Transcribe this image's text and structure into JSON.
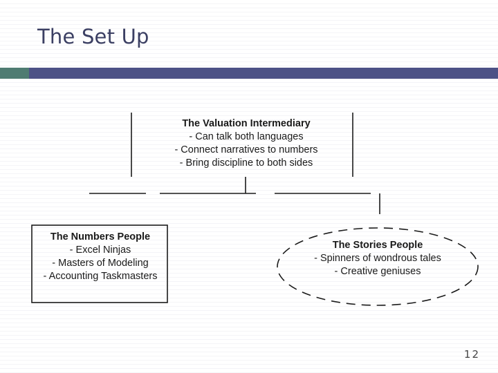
{
  "slide": {
    "title": "The Set Up",
    "page_number": "12",
    "colors": {
      "title": "#3b3f63",
      "band": "#4d5286",
      "accent": "#4f7c72",
      "text": "#1a1a1a"
    }
  },
  "diagram": {
    "type": "concept-diagram",
    "nodes": [
      {
        "id": "valuation-intermediary",
        "shape": "open-brackets",
        "heading": "The Valuation Intermediary",
        "lines": [
          "- Can talk both languages",
          "- Connect narratives to numbers",
          "- Bring discipline to both sides"
        ]
      },
      {
        "id": "numbers-people",
        "shape": "rectangle",
        "heading": "The Numbers People",
        "lines": [
          "- Excel Ninjas",
          "- Masters of Modeling",
          "- Accounting Taskmasters"
        ]
      },
      {
        "id": "stories-people",
        "shape": "dashed-ellipse",
        "heading": "The Stories People",
        "lines": [
          "- Spinners of wondrous tales",
          "- Creative geniuses"
        ]
      }
    ]
  }
}
